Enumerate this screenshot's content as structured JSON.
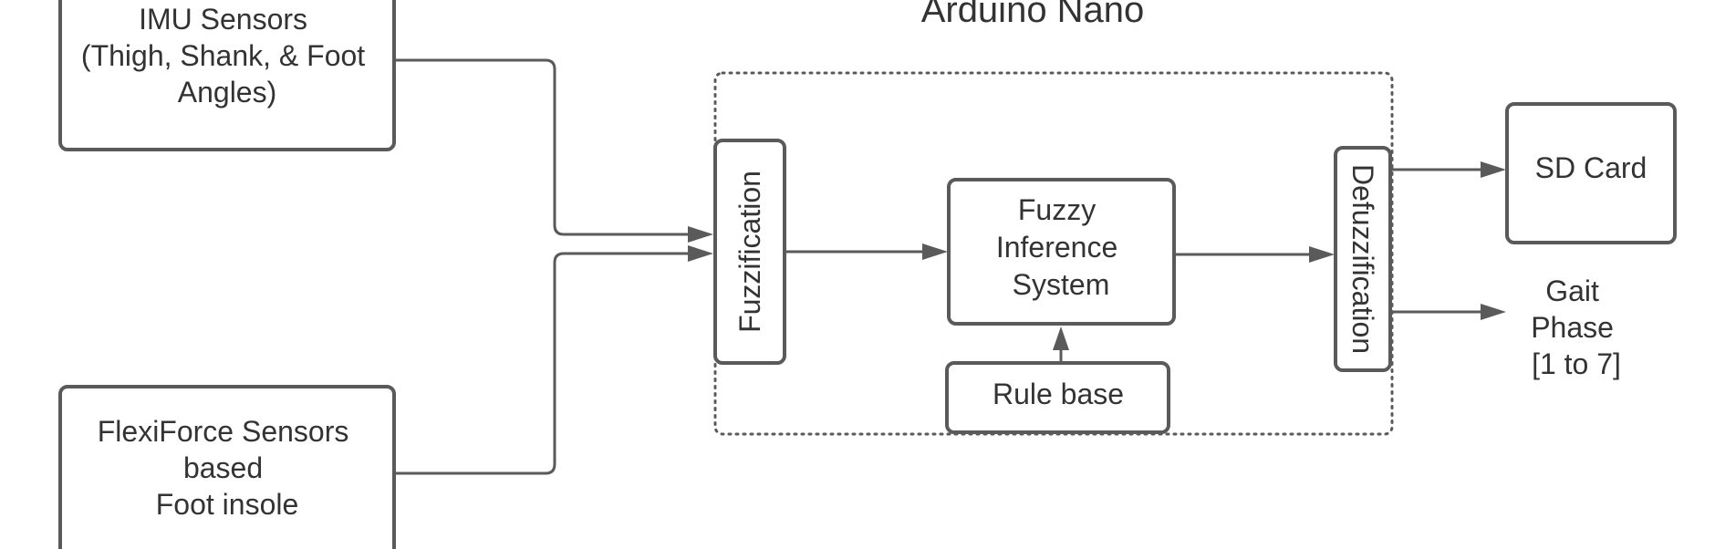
{
  "diagram": {
    "title": "Arduino Nano",
    "nodes": {
      "imu": {
        "lines": [
          "IMU Sensors",
          "(Thigh, Shank, & Foot",
          "Angles)"
        ]
      },
      "flexi": {
        "lines": [
          "FlexiForce Sensors",
          "based",
          "Foot insole"
        ]
      },
      "fuzzification": {
        "label": "Fuzzification"
      },
      "fis": {
        "lines": [
          "Fuzzy",
          "Inference",
          "System"
        ]
      },
      "rulebase": {
        "label": "Rule base"
      },
      "defuzzification": {
        "label": "Defuzzification"
      },
      "sdcard": {
        "label": "SD Card"
      },
      "gait": {
        "lines": [
          "Gait",
          "Phase",
          "[1 to 7]"
        ]
      }
    },
    "edges": [
      {
        "from": "imu",
        "to": "fuzzification"
      },
      {
        "from": "flexi",
        "to": "fuzzification"
      },
      {
        "from": "fuzzification",
        "to": "fis"
      },
      {
        "from": "rulebase",
        "to": "fis"
      },
      {
        "from": "fis",
        "to": "defuzzification"
      },
      {
        "from": "defuzzification",
        "to": "sdcard"
      },
      {
        "from": "defuzzification",
        "to": "gait"
      }
    ]
  }
}
